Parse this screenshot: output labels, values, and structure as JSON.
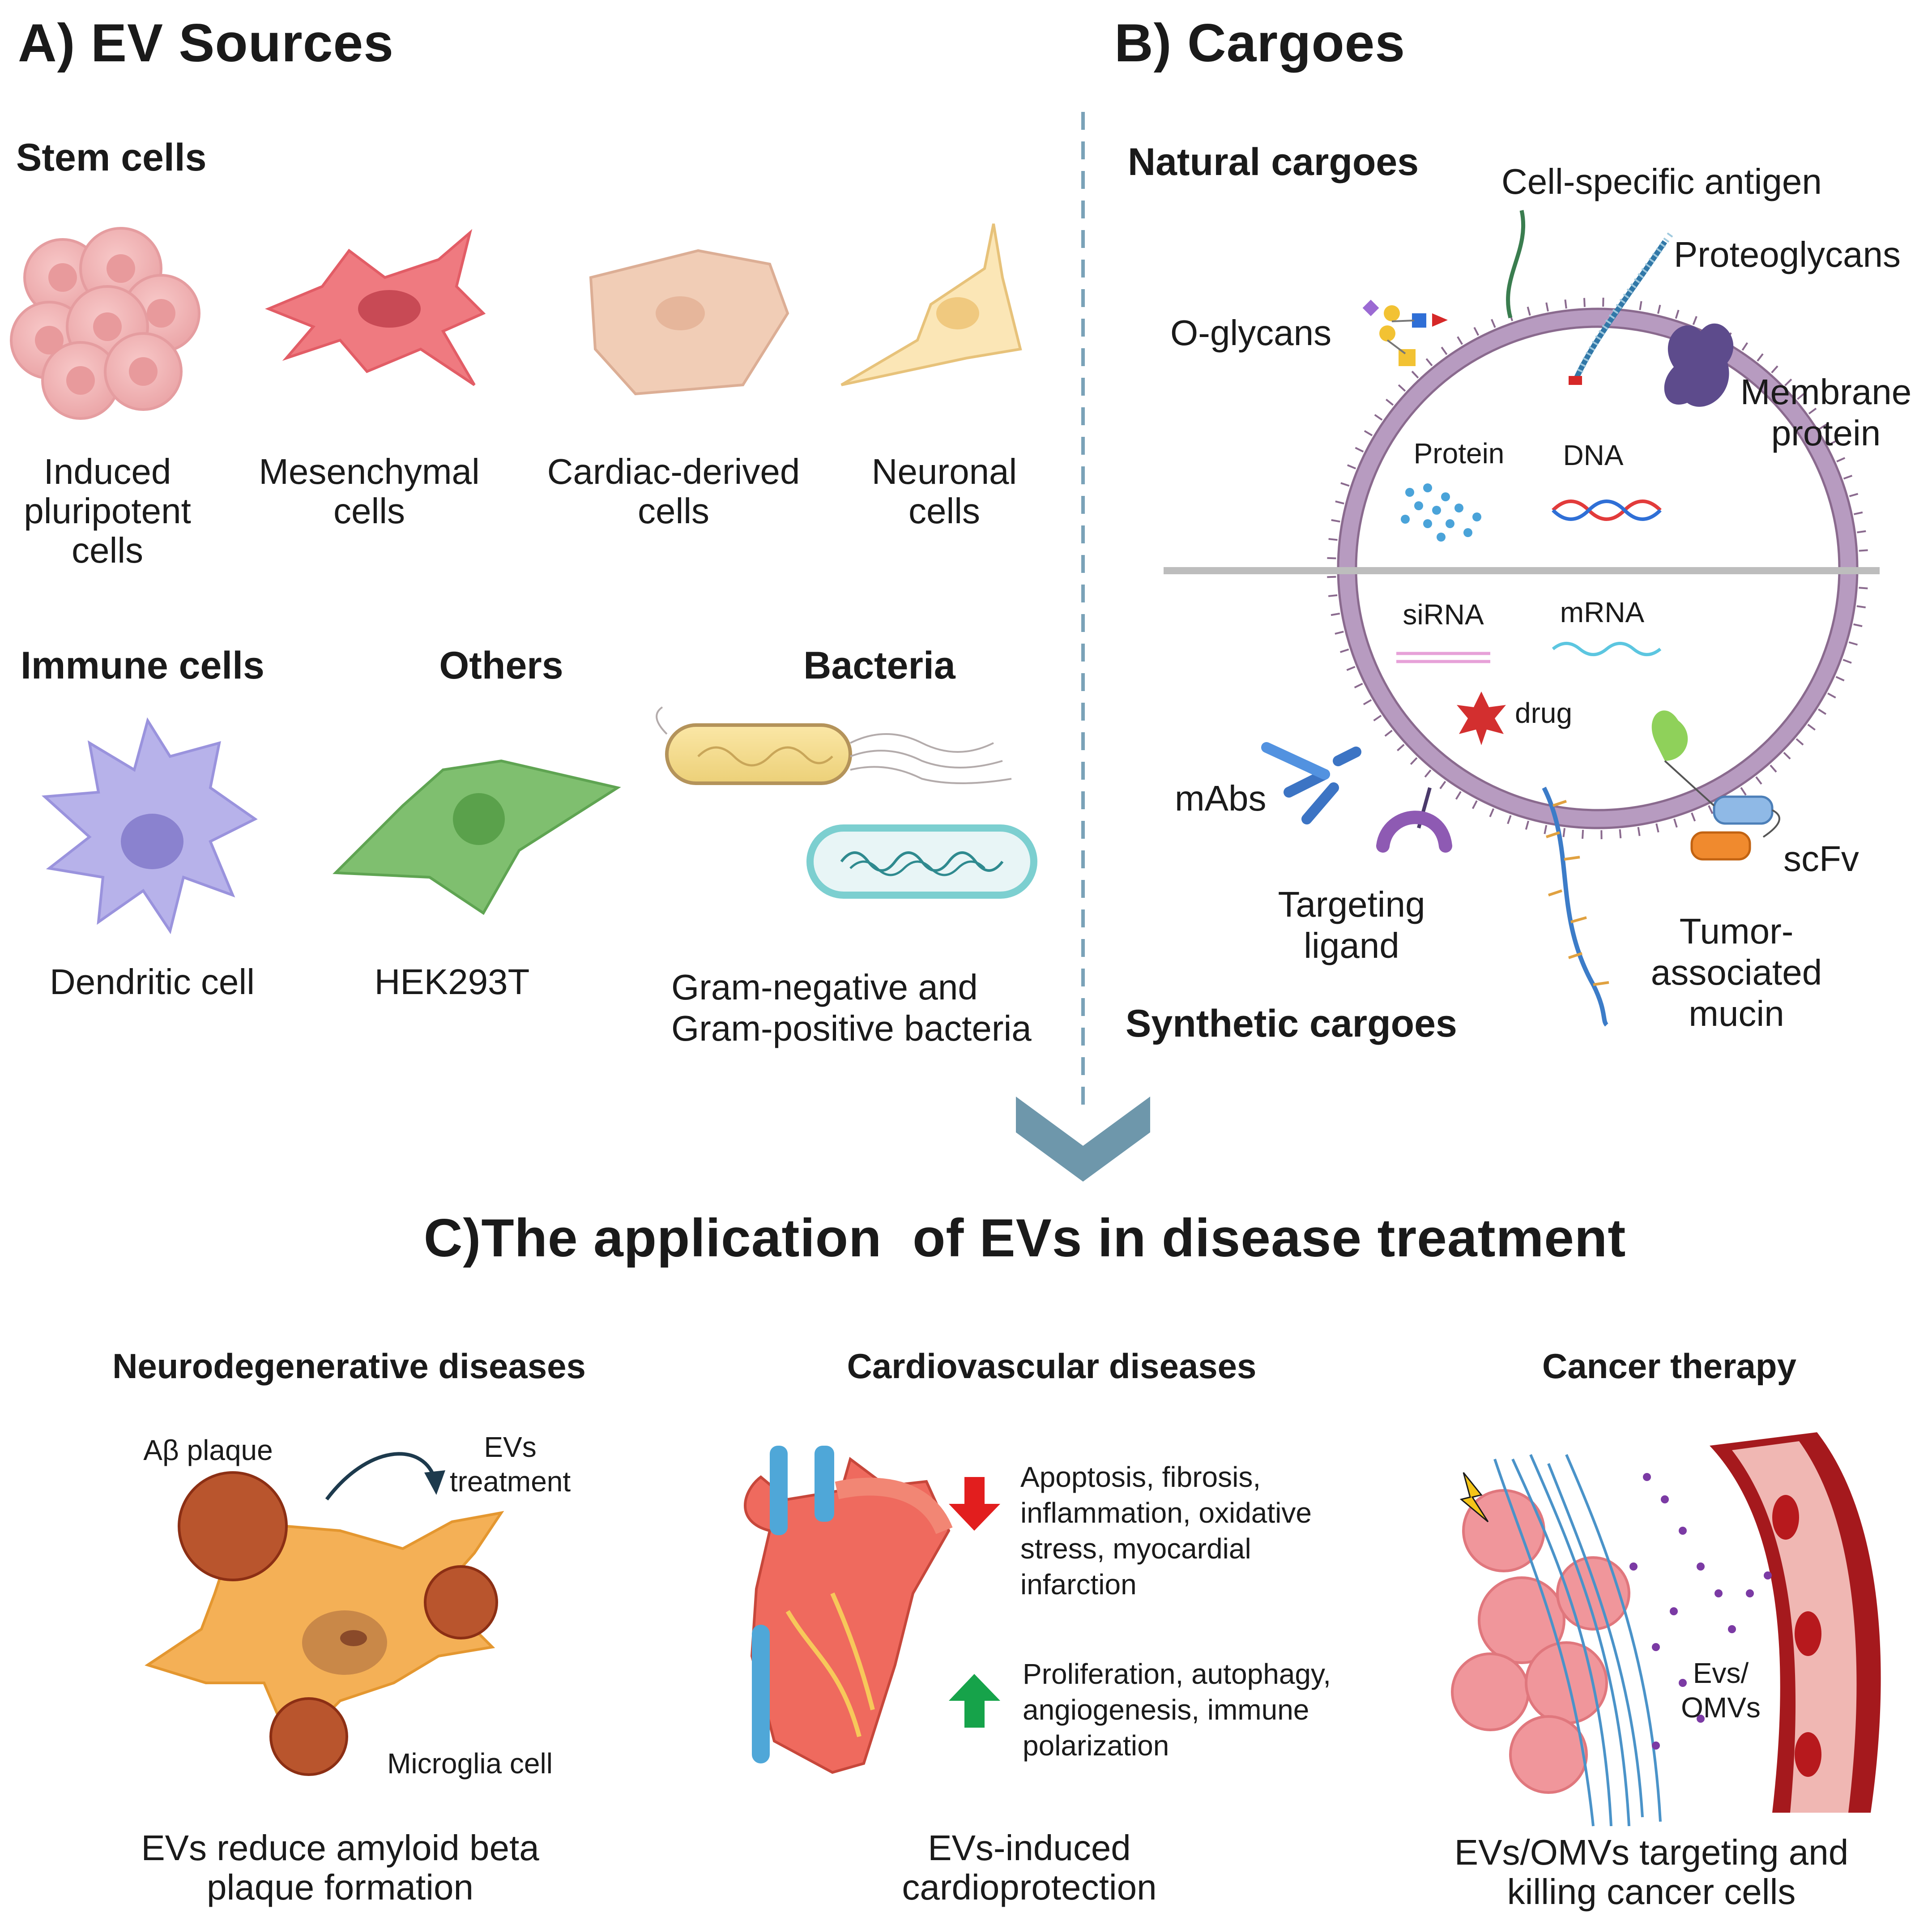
{
  "section_a": {
    "title": "A) EV Sources",
    "stem_heading": "Stem cells",
    "stem_cells": [
      "Induced pluripotent cells",
      "Mesenchymal cells",
      "Cardiac-derived cells",
      "Neuronal cells"
    ],
    "immune_heading": "Immune cells",
    "others_heading": "Others",
    "bacteria_heading": "Bacteria",
    "dendritic_label": "Dendritic cell",
    "hek_label": "HEK293T",
    "bacteria_label": "Gram-negative and Gram-positive bacteria"
  },
  "section_b": {
    "title": "B) Cargoes",
    "natural_heading": "Natural cargoes",
    "synthetic_heading": "Synthetic cargoes",
    "labels": {
      "cell_specific_antigen": "Cell-specific antigen",
      "proteoglycans": "Proteoglycans",
      "o_glycans": "O-glycans",
      "membrane_protein": "Membrane protein",
      "protein": "Protein",
      "dna": "DNA",
      "sirna": "siRNA",
      "mrna": "mRNA",
      "drug": "drug",
      "mabs": "mAbs",
      "targeting_ligand": "Targeting ligand",
      "tumor_mucin": "Tumor-associated mucin",
      "scfv": "scFv"
    }
  },
  "section_c": {
    "title": "C)The application  of EVs in disease treatment",
    "neuro": {
      "heading": "Neurodegenerative diseases",
      "abeta": "Aβ plaque",
      "evs_treatment": "EVs treatment",
      "microglia": "Microglia cell",
      "caption": "EVs reduce amyloid beta plaque formation"
    },
    "cardio": {
      "heading": "Cardiovascular diseases",
      "down_text": "Apoptosis, fibrosis, inflammation, oxidative stress, myocardial infarction",
      "up_text": "Proliferation, autophagy, angiogenesis, immune polarization",
      "caption": "EVs-induced cardioprotection"
    },
    "cancer": {
      "heading": "Cancer therapy",
      "evs_omvs": "Evs/ OMVs",
      "caption": "EVs/OMVs targeting and killing cancer cells"
    }
  },
  "colors": {
    "arrow": "#6e97ab",
    "ev_membrane": "#8a6a8e",
    "divider": "#bdbdbd",
    "down_arrow": "#e21e1e",
    "up_arrow": "#16a34a"
  }
}
